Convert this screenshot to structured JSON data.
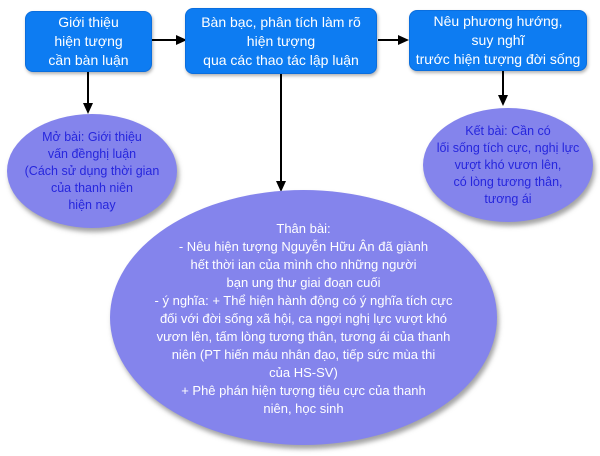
{
  "colors": {
    "box_fill": "#0d7cf2",
    "box_text": "#ffffff",
    "ellipse_fill": "#8484ec",
    "side_ellipse_text": "#2626dd",
    "main_ellipse_text": "#ffffff",
    "arrow": "#000000",
    "background": "#ffffff"
  },
  "flow_boxes": [
    {
      "id": "intro",
      "lines": [
        "Giới thiệu",
        "hiện tượng",
        "cần bàn luận"
      ]
    },
    {
      "id": "discuss",
      "lines": [
        "Bàn bạc, phân tích làm rõ",
        "hiện tượng",
        "qua các thao tác lập luận"
      ]
    },
    {
      "id": "direction",
      "lines": [
        "Nêu phương hướng,",
        "suy nghĩ",
        "trước hiện tượng đời sống"
      ]
    }
  ],
  "ellipses": {
    "mo_bai": {
      "lines": [
        "Mở bài: Giới thiệu",
        "vấn đềnghị luận",
        "(Cách sử dụng thời gian",
        "của thanh niên",
        "hiện nay"
      ]
    },
    "ket_bai": {
      "lines": [
        "Kết bài: Cần có",
        "lối sống tích cực, nghị lực",
        "vượt khó vươn lên,",
        "có lòng tương thân,",
        "tương ái"
      ]
    },
    "than_bai": {
      "lines": [
        "Thân bài:",
        "- Nêu hiện tượng Nguyễn Hữu Ân đã giành",
        "hết thời ian của mình cho những người",
        "bạn ung thư giai đoạn cuối",
        "- ý nghĩa: + Thể hiện hành động có ý nghĩa tích cực",
        "đối với đời sống xã hội, ca ngợi nghị lực vượt khó",
        "vươn lên, tấm lòng tương thân, tương ái của thanh",
        "niên (PT hiến máu nhân đạo, tiếp sức mùa thi",
        "của HS-SV)",
        "+ Phê phán hiện tượng tiêu cực của thanh",
        "niên, học sinh"
      ]
    }
  }
}
